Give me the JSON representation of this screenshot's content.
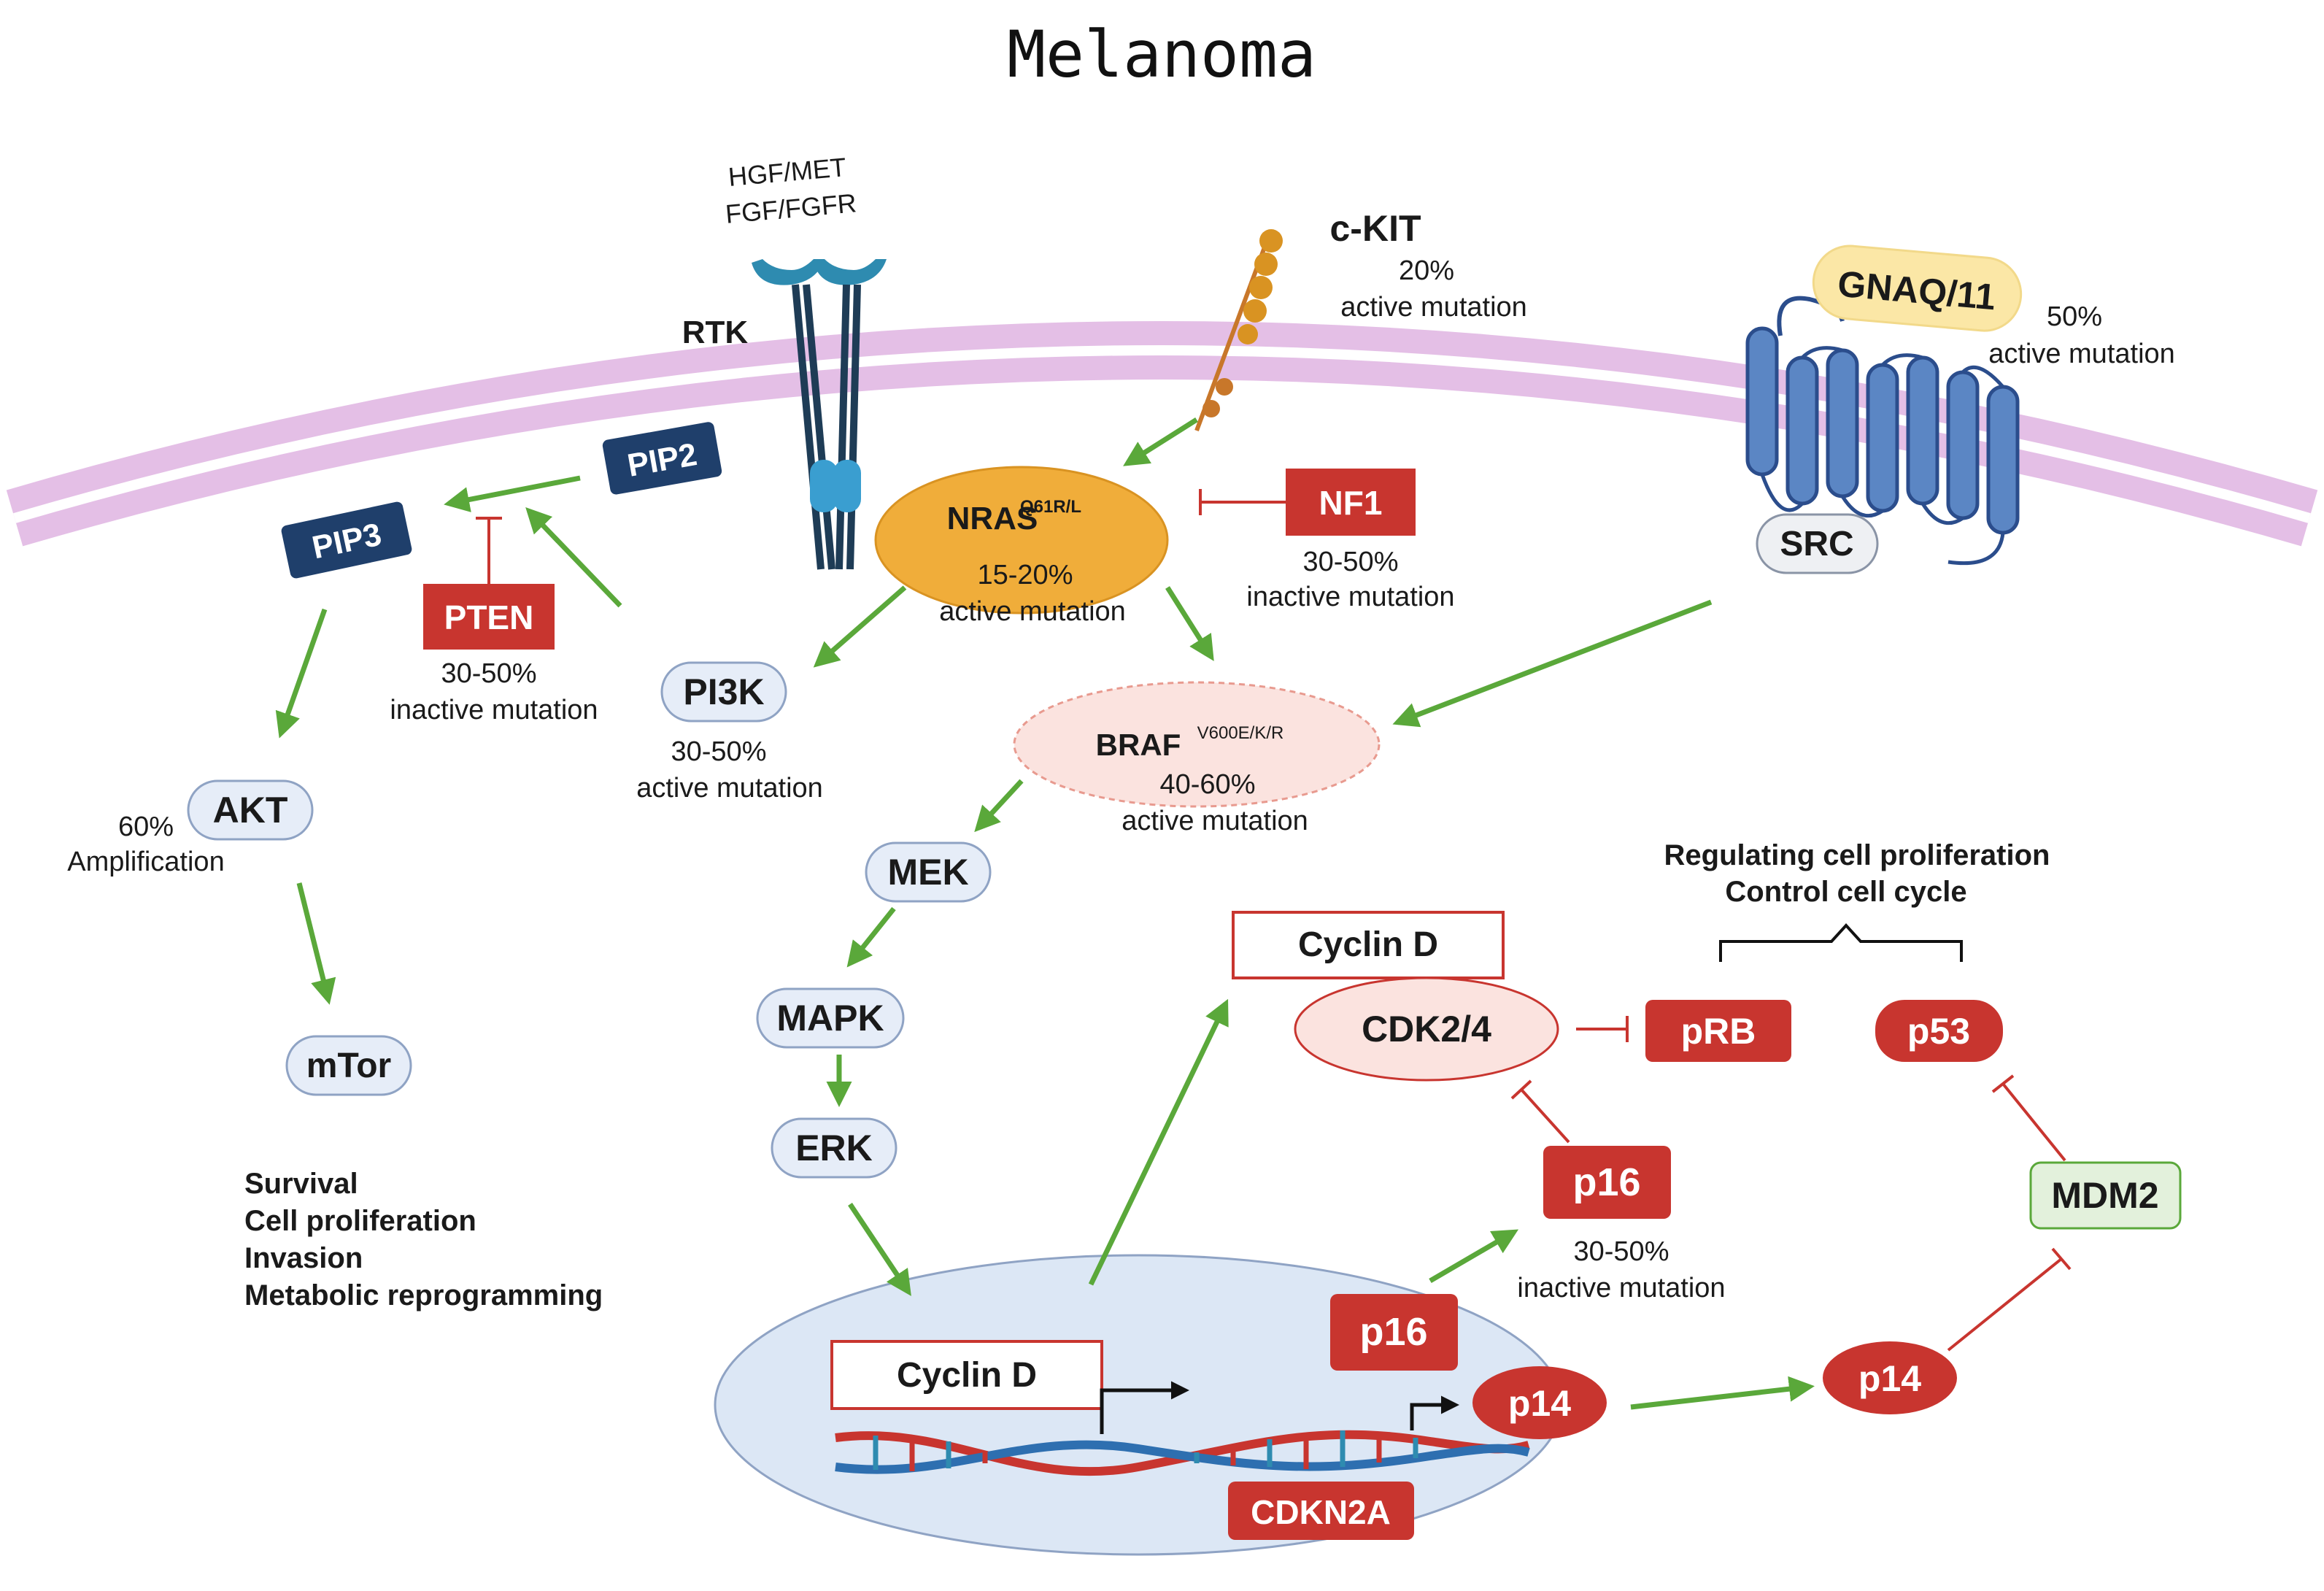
{
  "title": "Melanoma",
  "receptors": {
    "rtk_ligands_1": "HGF/MET",
    "rtk_ligands_2": "FGF/FGFR",
    "rtk": "RTK",
    "ckit": "c-KIT",
    "ckit_pct": "20%",
    "ckit_mut": "active mutation",
    "gnaq": "GNAQ/11",
    "gnaq_pct": "50%",
    "gnaq_mut": "active mutation",
    "src": "SRC"
  },
  "nodes": {
    "pip2": "PIP2",
    "pip3": "PIP3",
    "pten": "PTEN",
    "pten_pct": "30-50%",
    "pten_mut": "inactive mutation",
    "nras": "NRAS",
    "nras_sup": "Q61R/L",
    "nras_pct": "15-20%",
    "nras_mut": "active mutation",
    "nf1": "NF1",
    "nf1_pct": "30-50%",
    "nf1_mut": "inactive mutation",
    "pi3k": "PI3K",
    "pi3k_pct": "30-50%",
    "pi3k_mut": "active mutation",
    "akt": "AKT",
    "akt_pct": "60%",
    "akt_mut": "Amplification",
    "mtor": "mTor",
    "braf": "BRAF",
    "braf_sup": "V600E/K/R",
    "braf_pct": "40-60%",
    "braf_mut": "active mutation",
    "mek": "MEK",
    "mapk": "MAPK",
    "erk": "ERK",
    "cyclind_top": "Cyclin D",
    "cdk": "CDK2/4",
    "prb": "pRB",
    "p53": "p53",
    "p16_top": "p16",
    "p16_pct": "30-50%",
    "p16_mut": "inactive mutation",
    "mdm2": "MDM2",
    "p14_right": "p14",
    "cyclind_nuc": "Cyclin D",
    "p16_nuc": "p16",
    "p14_nuc": "p14",
    "cdkn2a": "CDKN2A"
  },
  "bracket": {
    "line1": "Regulating cell proliferation",
    "line2": "Control cell cycle"
  },
  "outcomes": [
    "Survival",
    "Cell proliferation",
    "Invasion",
    "Metabolic reprogramming"
  ],
  "colors": {
    "red": "#c8352f",
    "navy": "#1f3f6b",
    "green_arrow": "#5aa83a",
    "membrane": "#e4bfe6",
    "nras_fill": "#f0ad3a",
    "braf_fill": "#fbe3df",
    "node_fill": "#e6edf8",
    "nucleus": "#dce7f5",
    "gnaq_fill": "#fbe7a6",
    "mdm2_fill": "#e3f1dc",
    "receptor_blue": "#5b86c4"
  }
}
